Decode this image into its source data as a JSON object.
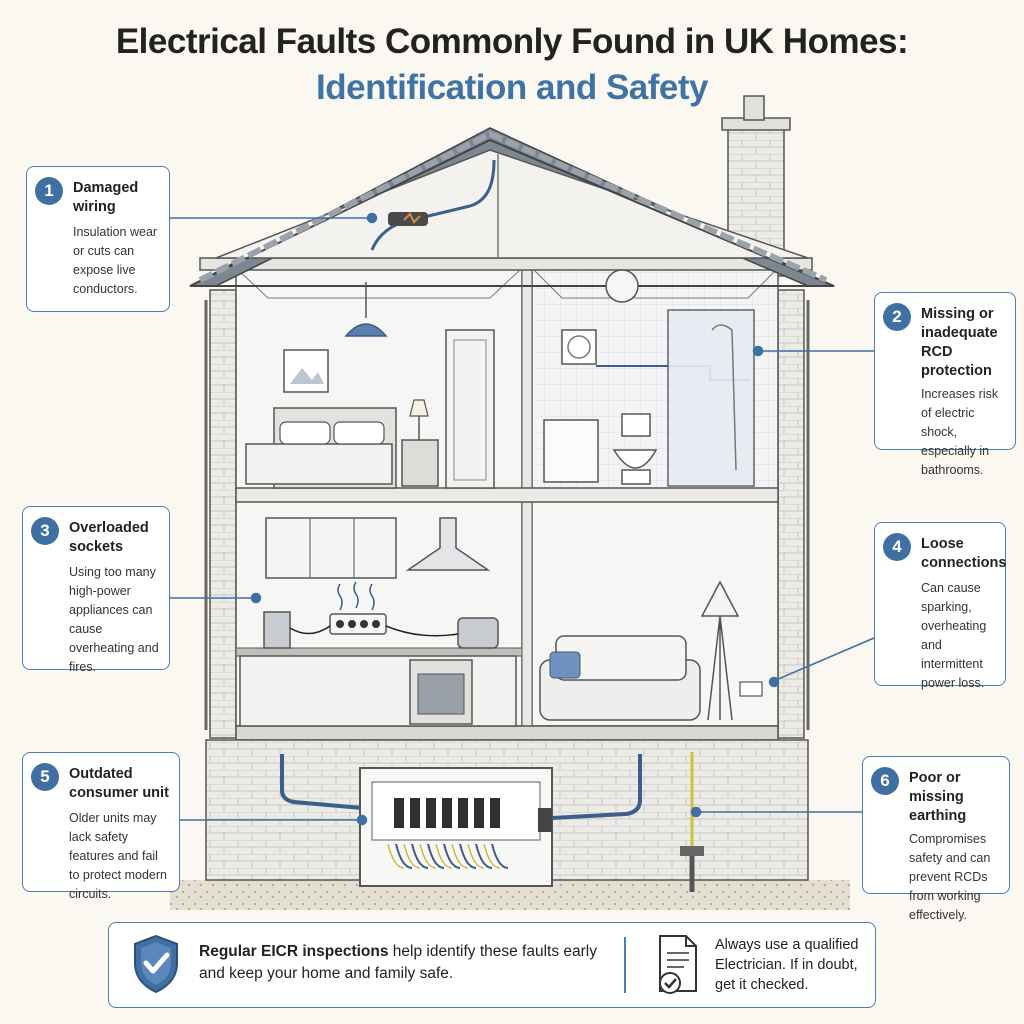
{
  "title_line1": "Electrical Faults Commonly Found in UK Homes:",
  "title_line2": "Identification and Safety",
  "callouts": [
    {
      "number": "1",
      "heading": "Damaged wiring",
      "body": "Insulation wear or cuts can expose live conductors."
    },
    {
      "number": "2",
      "heading": "Missing or inadequate RCD protection",
      "body": "Increases risk of electric shock, especially in bathrooms."
    },
    {
      "number": "3",
      "heading": "Overloaded sockets",
      "body": "Using too many high-power appliances can cause overheating and fires."
    },
    {
      "number": "4",
      "heading": "Loose connections",
      "body": "Can cause sparking, overheating and intermittent power loss."
    },
    {
      "number": "5",
      "heading": "Outdated consumer unit",
      "body": "Older units may lack safety features and fail to protect modern circuits."
    },
    {
      "number": "6",
      "heading": "Poor or missing earthing",
      "body": "Compromises safety and can prevent RCDs from working effectively."
    }
  ],
  "footer": {
    "bold": "Regular EICR inspections",
    "rest": " help identify these faults early and keep your home and family safe.",
    "right": "Always use a qualified Electrician. If in doubt, get it checked."
  },
  "colors": {
    "accent": "#3f6fa3",
    "title_blue": "#3f73a6",
    "background": "#fbf8f1"
  },
  "icons": [
    "shield-check-icon",
    "document-check-icon"
  ]
}
